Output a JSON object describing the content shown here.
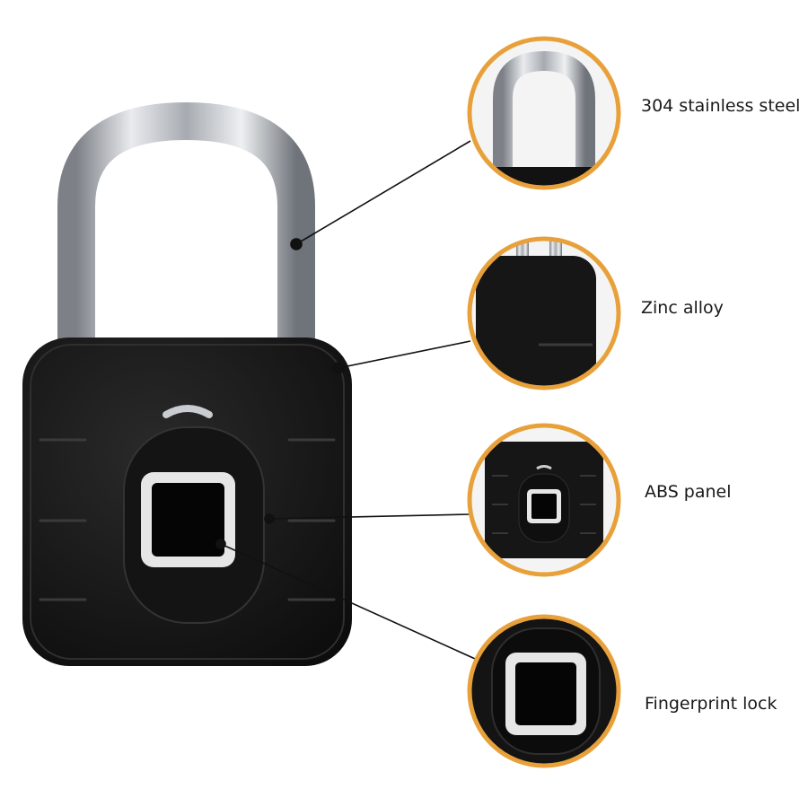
{
  "colors": {
    "callout_ring": "#e8a13a",
    "lock_body": "#1c1c1c",
    "shackle": "#b9bcc0",
    "sensor_ring": "#e6e6e6",
    "leader_line": "#111111"
  },
  "callouts": [
    {
      "label": "304 stainless steel",
      "icon": "shackle-closeup"
    },
    {
      "label": "Zinc alloy",
      "icon": "body-corner-closeup"
    },
    {
      "label": "ABS panel",
      "icon": "front-panel-closeup"
    },
    {
      "label": "Fingerprint lock",
      "icon": "sensor-closeup"
    }
  ]
}
